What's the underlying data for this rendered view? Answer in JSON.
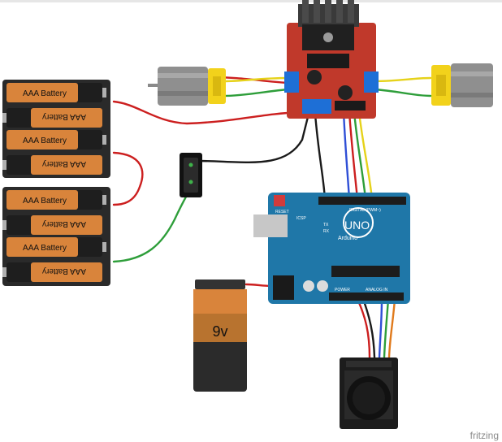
{
  "battery_label": "AAA Battery",
  "battery_9v_label": "9v",
  "arduino": {
    "logo_text": "UNO",
    "brand_text": "Arduino",
    "digital_label": "DIGITAL (PWM~)",
    "analog_label": "ANALOG IN",
    "power_label": "POWER",
    "reset_label": "RESET",
    "icsp_label": "ICSP",
    "tx_label": "TX",
    "rx_label": "RX"
  },
  "watermark": "fritzing",
  "colors": {
    "pcb_blue": "#1f77a8",
    "driver_red": "#c0392b",
    "battery_orange": "#d9843b",
    "wire_red": "#cc1f1f",
    "wire_black": "#1a1a1a",
    "wire_green": "#2e9e3a",
    "wire_yellow": "#e6d21a",
    "wire_blue": "#2f4fd6",
    "wire_orange": "#e07a1c",
    "motor_yellow": "#f2d21b"
  }
}
